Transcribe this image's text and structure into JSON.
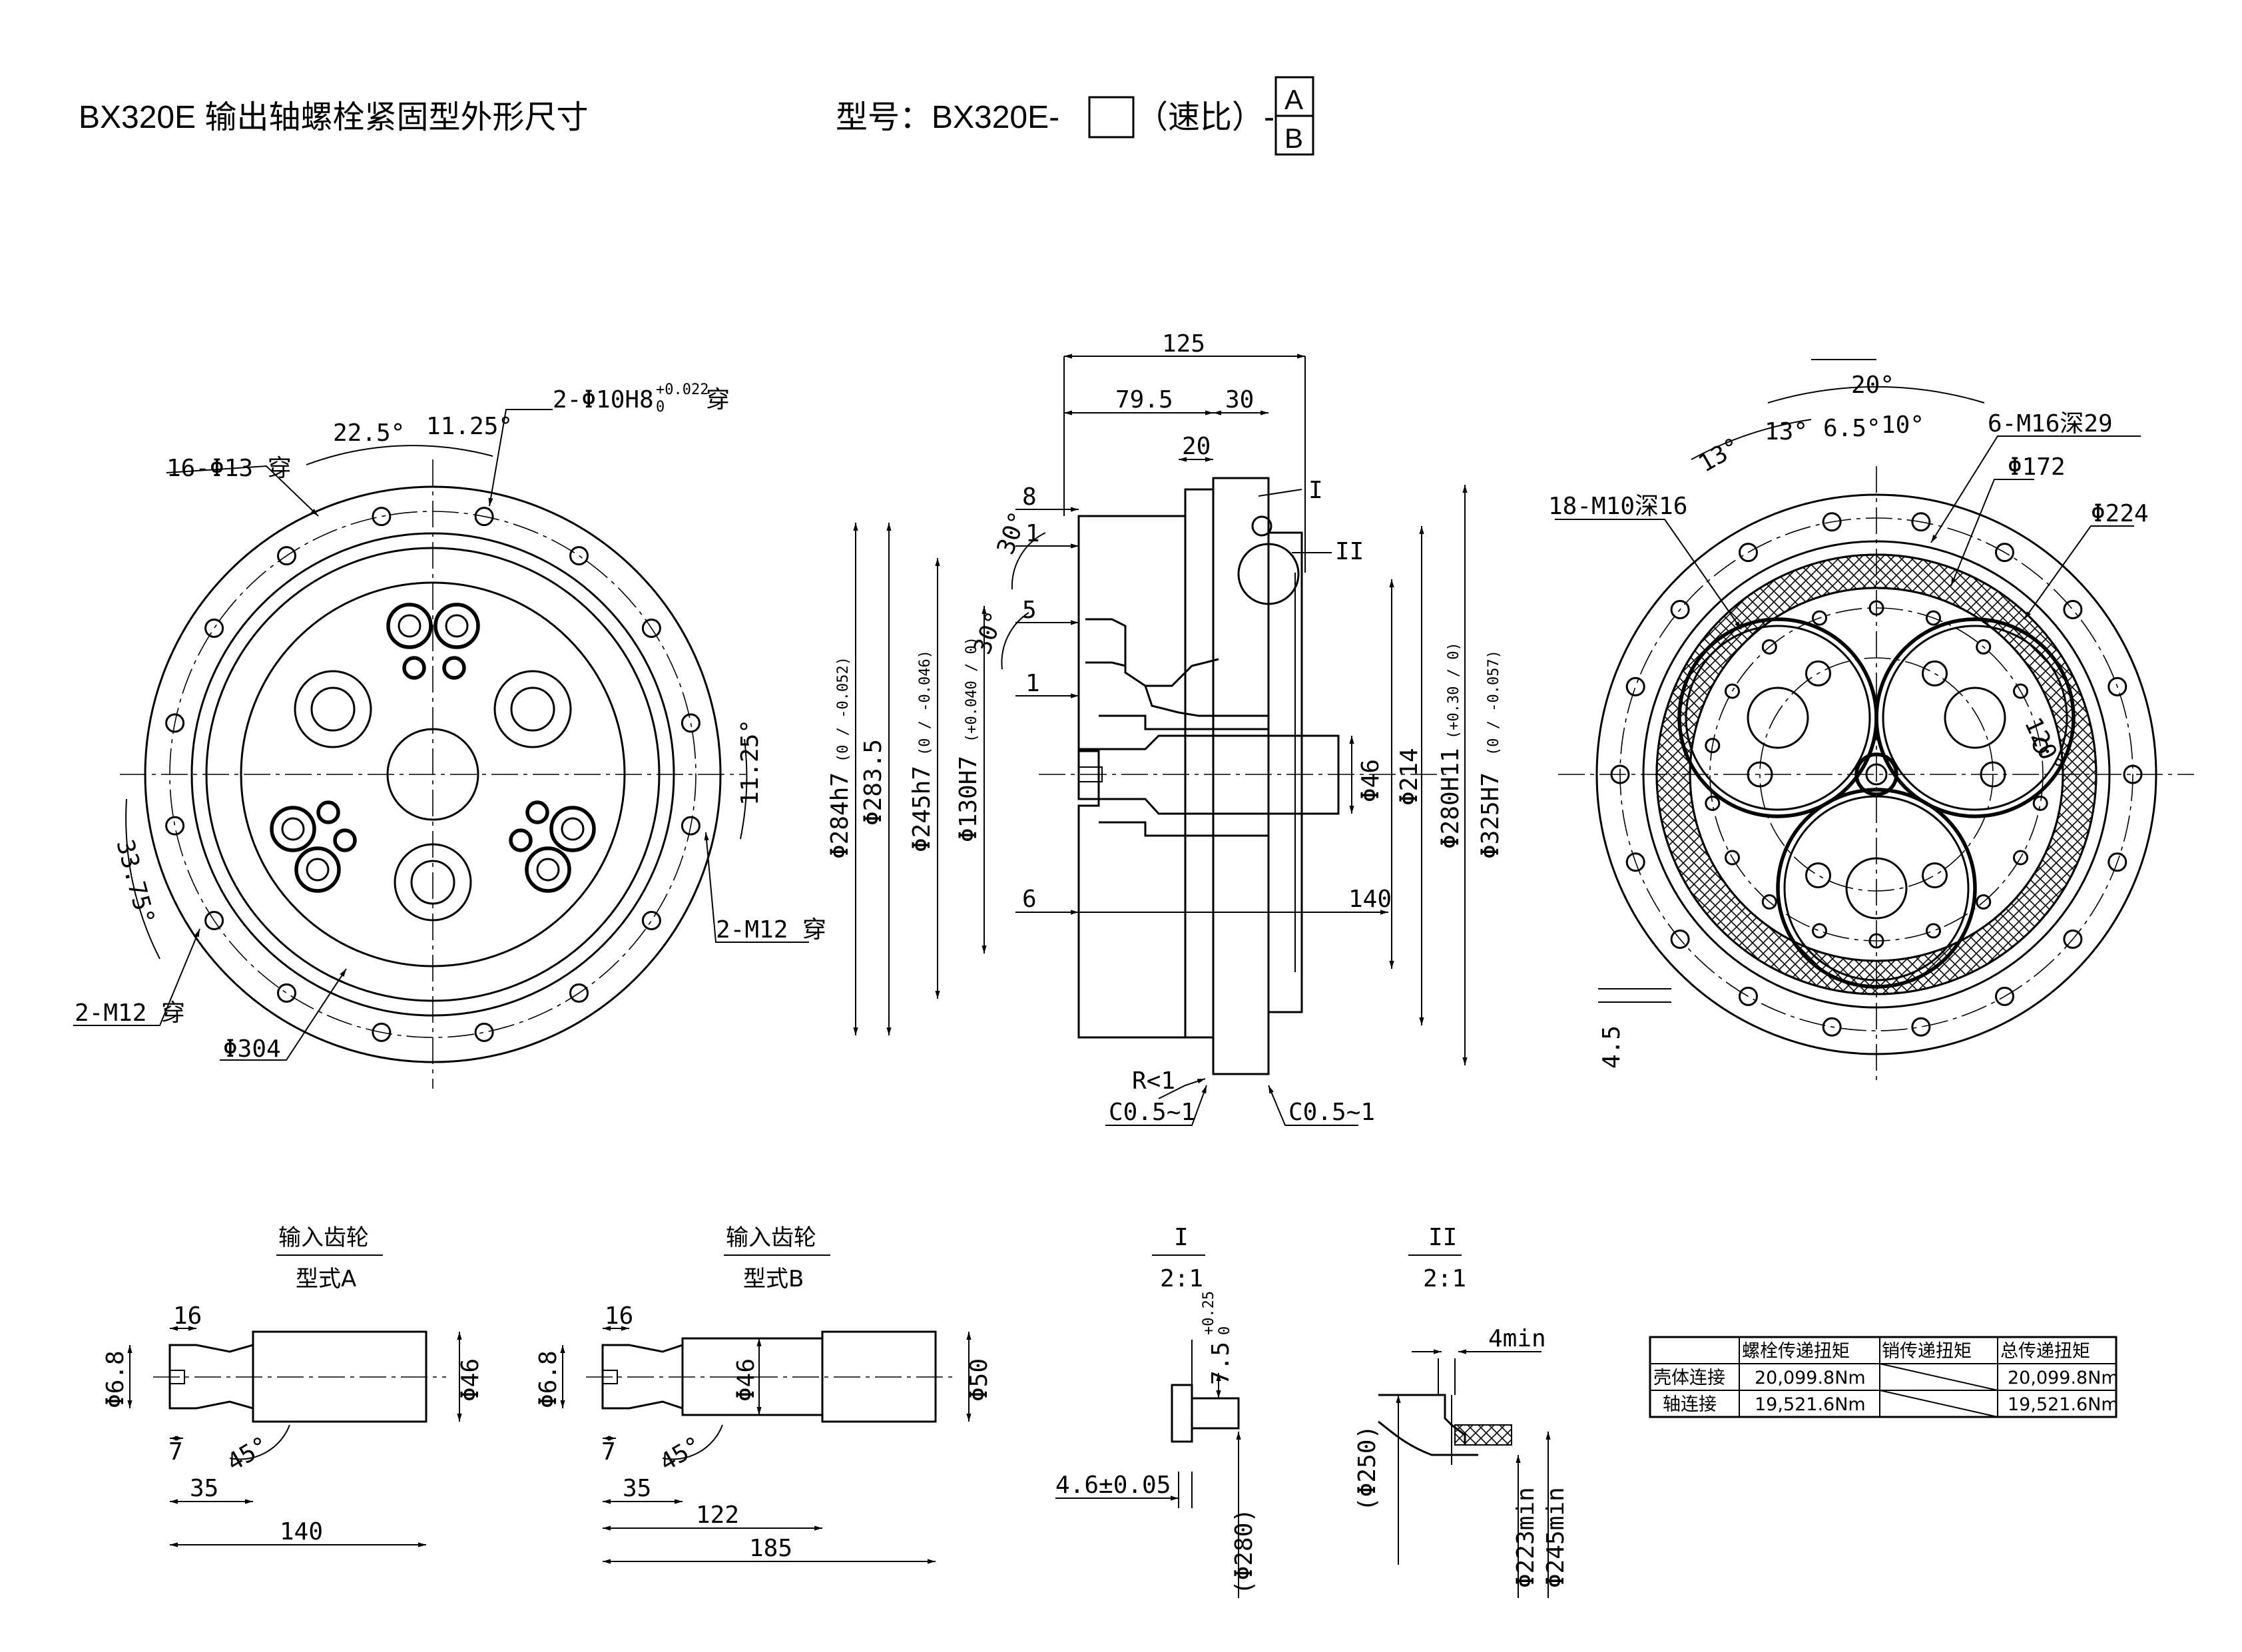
{
  "header": {
    "title": "BX320E 输出轴螺栓紧固型外形尺寸",
    "model_prefix": "型号：BX320E-",
    "ratio_label": "（速比）-",
    "option_a": "A",
    "option_b": "B"
  },
  "front_view": {
    "labels": {
      "bolt_holes": "16-Φ13 穿",
      "pin_holes": "2-Φ10H8",
      "pin_tol_upper": "+0.022",
      "pin_tol_lower": "0",
      "pin_suffix": "穿",
      "angle_22_5": "22.5°",
      "angle_11_25_top": "11.25°",
      "angle_11_25_right": "11.25°",
      "angle_33_75": "33.75°",
      "tap_left": "2-M12 穿",
      "tap_right": "2-M12 穿",
      "diameter": "Φ304"
    }
  },
  "section_view": {
    "labels": {
      "d125": "125",
      "d79_5": "79.5",
      "d30": "30",
      "d20": "20",
      "d8": "8",
      "d1a": "1",
      "d5": "5",
      "d1b": "1",
      "d6": "6",
      "d140": "140",
      "a30a": "30°",
      "a30b": "30°",
      "phi284": "Φ284h7",
      "phi284_tol": "(0 / -0.052)",
      "phi283_5": "Φ283.5",
      "phi245": "Φ245h7",
      "phi245_tol": "(0 / -0.046)",
      "phi130": "Φ130H7",
      "phi130_tol": "(+0.040 / 0)",
      "phi46": "Φ46",
      "phi214": "Φ214",
      "phi280": "Φ280H11",
      "phi280_tol": "(+0.30 / 0)",
      "phi325": "Φ325H7",
      "phi325_tol": "(0 / -0.057)",
      "detail_1": "I",
      "detail_2": "II",
      "r1": "R<1",
      "c05_left": "C0.5~1",
      "c05_right": "C0.5~1"
    }
  },
  "rear_view": {
    "labels": {
      "angle_20": "20°",
      "angle_13a": "13°",
      "angle_13b": "13°",
      "angle_6_5": "6.5°",
      "angle_10": "10°",
      "angle_120": "120°",
      "tap_m16": "6-M16深29",
      "tap_m10": "18-M10深16",
      "phi172": "Φ172",
      "phi224": "Φ224",
      "d4_5": "4.5"
    }
  },
  "gear_a": {
    "caption": "输入齿轮",
    "type": "型式A",
    "labels": {
      "d16": "16",
      "d7": "7",
      "d35": "35",
      "d140": "140",
      "a45": "45°",
      "phi6_8": "Φ6.8",
      "phi46": "Φ46"
    }
  },
  "gear_b": {
    "caption": "输入齿轮",
    "type": "型式B",
    "labels": {
      "d16": "16",
      "d7": "7",
      "d35": "35",
      "d122": "122",
      "d185": "185",
      "a45": "45°",
      "phi6_8": "Φ6.8",
      "phi46": "Φ46",
      "phi50": "Φ50"
    }
  },
  "detail_1": {
    "title": "I",
    "scale": "2:1",
    "labels": {
      "depth": "7.5",
      "depth_tol_upper": "+0.25",
      "depth_tol_lower": "0",
      "width": "4.6±0.05",
      "phi280": "(Φ280)"
    }
  },
  "detail_2": {
    "title": "II",
    "scale": "2:1",
    "labels": {
      "min4": "4min",
      "phi250": "(Φ250)",
      "phi223": "Φ223min",
      "phi245": "Φ245min"
    }
  },
  "torque_table": {
    "headers": [
      "",
      "螺栓传递扭矩",
      "销传递扭矩",
      "总传递扭矩"
    ],
    "rows": [
      [
        "壳体连接",
        "20,099.8Nm",
        "",
        "20,099.8Nm"
      ],
      [
        "轴连接",
        "19,521.6Nm",
        "",
        "19,521.6Nm"
      ]
    ]
  }
}
